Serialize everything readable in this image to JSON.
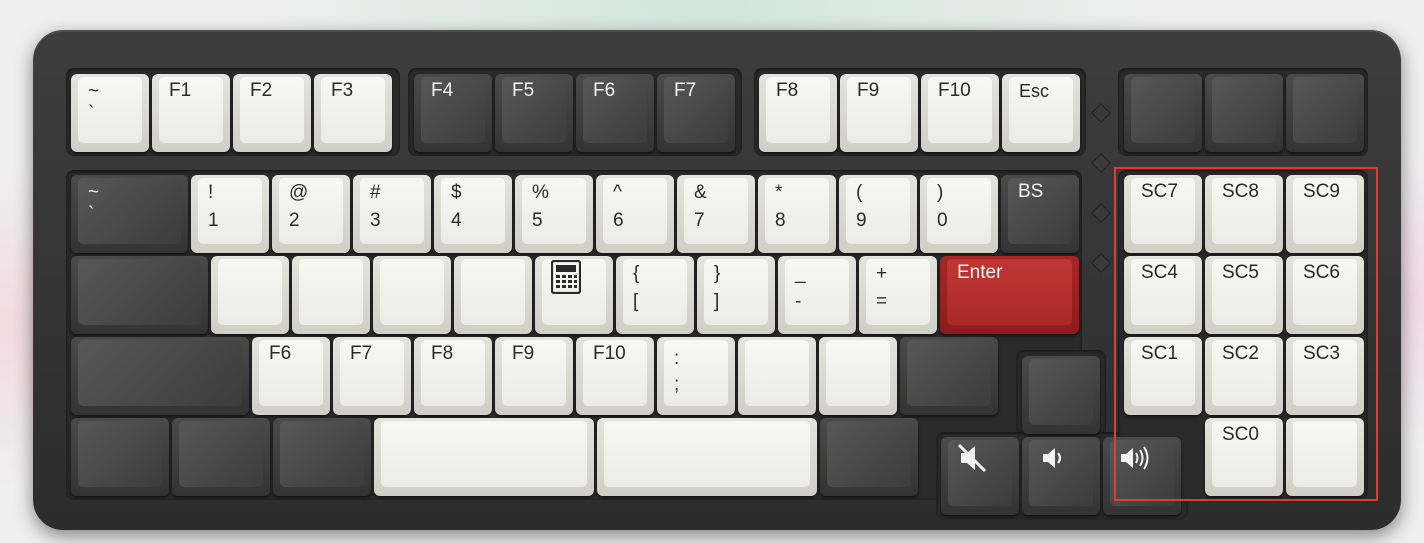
{
  "keyboard": {
    "fn_row": {
      "k0": {
        "top": "~",
        "bottom": "`"
      },
      "f1": "F1",
      "f2": "F2",
      "f3": "F3",
      "f4": "F4",
      "f5": "F5",
      "f6": "F6",
      "f7": "F7",
      "f8": "F8",
      "f9": "F9",
      "f10": "F10",
      "esc": "Esc"
    },
    "num_row": {
      "tilde": {
        "top": "~",
        "bottom": "`"
      },
      "k1": {
        "top": "!",
        "bottom": "1"
      },
      "k2": {
        "top": "@",
        "bottom": "2"
      },
      "k3": {
        "top": "#",
        "bottom": "3"
      },
      "k4": {
        "top": "$",
        "bottom": "4"
      },
      "k5": {
        "top": "%",
        "bottom": "5"
      },
      "k6": {
        "top": "^",
        "bottom": "6"
      },
      "k7": {
        "top": "&",
        "bottom": "7"
      },
      "k8": {
        "top": "*",
        "bottom": "8"
      },
      "k9": {
        "top": "(",
        "bottom": "9"
      },
      "k0": {
        "top": ")",
        "bottom": "0"
      },
      "bs": "BS"
    },
    "row3": {
      "lbracket": {
        "top": "{",
        "bottom": "["
      },
      "rbracket": {
        "top": "}",
        "bottom": "]"
      },
      "minus": {
        "top": "_",
        "bottom": "-"
      },
      "equal": {
        "top": "+",
        "bottom": "="
      },
      "enter": "Enter",
      "calculator_icon": "calculator-icon"
    },
    "row4": {
      "f6": "F6",
      "f7": "F7",
      "f8": "F8",
      "f9": "F9",
      "f10": "F10",
      "semicolon": {
        "top": ":",
        "bottom": ";"
      }
    },
    "media": {
      "mute_icon": "mute-icon",
      "volume_down_icon": "volume-down-icon",
      "volume_up_icon": "volume-up-icon"
    },
    "macro": {
      "sc7": "SC7",
      "sc8": "SC8",
      "sc9": "SC9",
      "sc4": "SC4",
      "sc5": "SC5",
      "sc6": "SC6",
      "sc1": "SC1",
      "sc2": "SC2",
      "sc3": "SC3",
      "sc0": "SC0"
    },
    "colors": {
      "highlight": "#e03a3a",
      "enter": "#b12c2b",
      "case": "#333333"
    }
  }
}
